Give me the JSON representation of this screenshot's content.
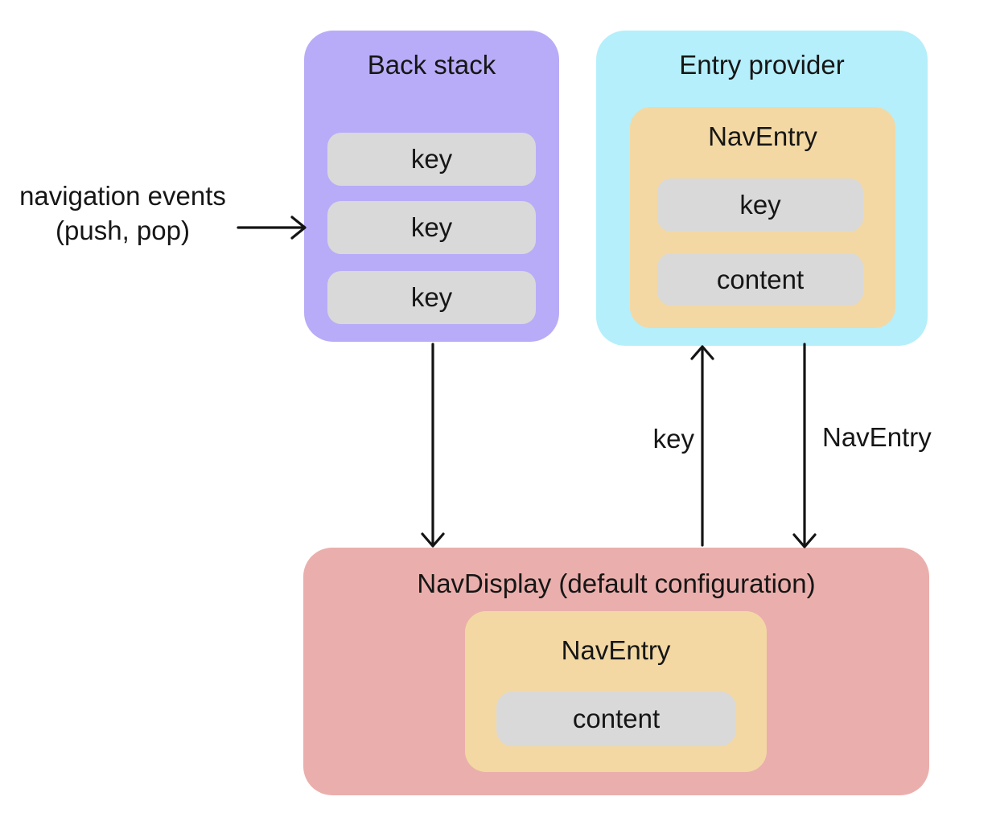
{
  "colors": {
    "purple": "#b8acf8",
    "cyan": "#b5effb",
    "tan": "#f3d8a4",
    "pink": "#eaafac",
    "gray": "#d9d9d9",
    "text": "#161616",
    "arrow": "#141414",
    "bg": "#ffffff"
  },
  "nav_events_label": {
    "line1": "navigation events",
    "line2": "(push, pop)"
  },
  "back_stack": {
    "title": "Back stack",
    "keys": [
      "key",
      "key",
      "key"
    ]
  },
  "entry_provider": {
    "title": "Entry provider",
    "nav_entry": {
      "title": "NavEntry",
      "key": "key",
      "content": "content"
    }
  },
  "nav_display": {
    "title": "NavDisplay (default configuration)",
    "nav_entry": {
      "title": "NavEntry",
      "content": "content"
    }
  },
  "arrow_labels": {
    "key": "key",
    "nav_entry": "NavEntry"
  }
}
